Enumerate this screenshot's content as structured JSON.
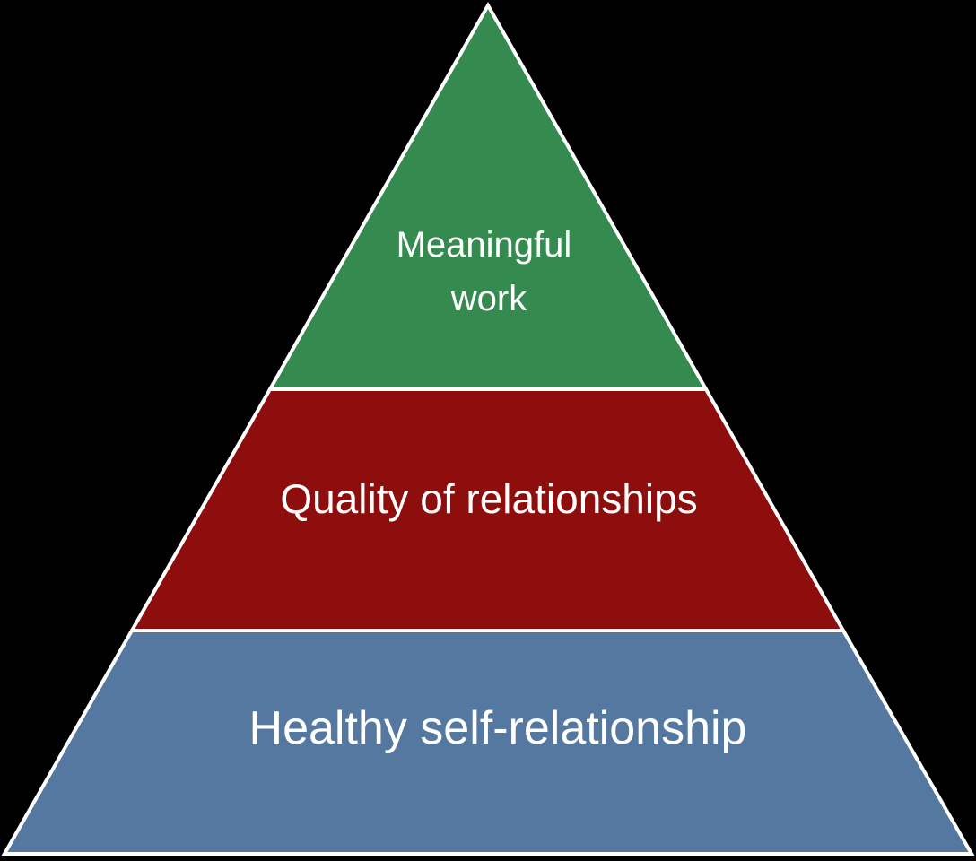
{
  "background_color": "#000000",
  "outline_color": "#ffffff",
  "tiers": [
    {
      "id": "top",
      "lines": [
        "Meaningful",
        "work"
      ],
      "color": "#348a4f"
    },
    {
      "id": "middle",
      "lines": [
        "Quality of relationships"
      ],
      "color": "#8e0e0e"
    },
    {
      "id": "bottom",
      "lines": [
        "Healthy self-relationship"
      ],
      "color": "#5478a0"
    }
  ]
}
